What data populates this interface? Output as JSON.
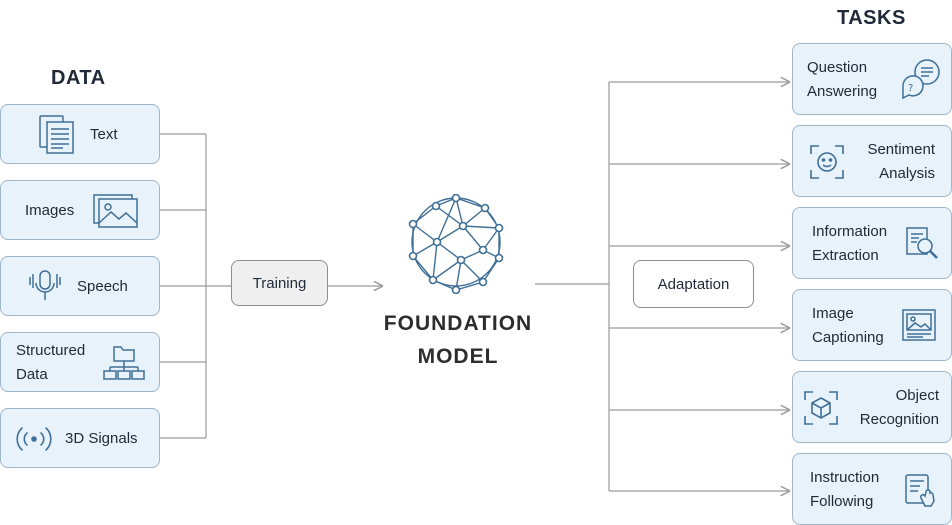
{
  "headings": {
    "data": "DATA",
    "tasks": "TASKS"
  },
  "data_sources": [
    {
      "line1": "Text",
      "line2": "",
      "icon": "document-icon"
    },
    {
      "line1": "Images",
      "line2": "",
      "icon": "image-gallery-icon"
    },
    {
      "line1": "Speech",
      "line2": "",
      "icon": "microphone-icon"
    },
    {
      "line1": "Structured",
      "line2": "Data",
      "icon": "folder-hierarchy-icon"
    },
    {
      "line1": "3D Signals",
      "line2": "",
      "icon": "signal-icon"
    }
  ],
  "training": {
    "label": "Training"
  },
  "foundation_model": {
    "line1": "FOUNDATION",
    "line2": "MODEL",
    "icon": "network-sphere-icon"
  },
  "adaptation": {
    "label": "Adaptation"
  },
  "tasks": [
    {
      "line1": "Question",
      "line2": "Answering",
      "icon": "chat-bubbles-icon"
    },
    {
      "line1": "Sentiment",
      "line2": "Analysis",
      "icon": "face-scan-icon"
    },
    {
      "line1": "Information",
      "line2": "Extraction",
      "icon": "document-search-icon"
    },
    {
      "line1": "Image",
      "line2": "Captioning",
      "icon": "image-frame-icon"
    },
    {
      "line1": "Object",
      "line2": "Recognition",
      "icon": "cube-scan-icon"
    },
    {
      "line1": "Instruction",
      "line2": "Following",
      "icon": "checklist-pointer-icon"
    }
  ],
  "colors": {
    "box_fill": "#e8f2fb",
    "box_border": "#9fb6c9",
    "icon": "#3f6f96",
    "connector": "#9a9a9a"
  }
}
